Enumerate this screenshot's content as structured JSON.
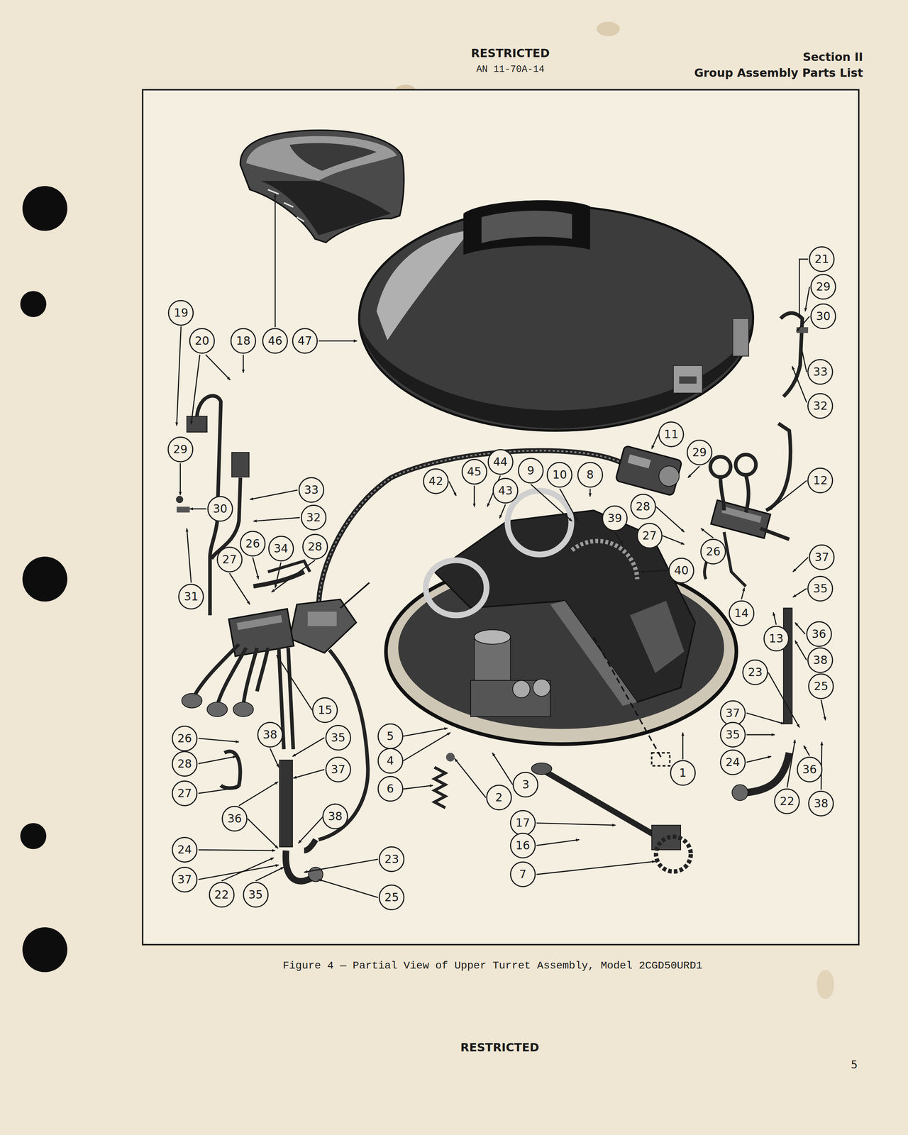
{
  "diagram": {
    "caption": "Figure 4 — Partial View of Upper Turret Assembly, Model 2CGD50URD1",
    "nodes": [
      {
        "text": [
          "21"
        ]
      },
      {
        "text": [
          "29"
        ]
      },
      {
        "text": [
          "19"
        ]
      },
      {
        "text": [
          "30"
        ]
      },
      {
        "text": [
          "20"
        ]
      },
      {
        "text": [
          "18"
        ]
      },
      {
        "text": [
          "46"
        ]
      },
      {
        "text": [
          "47"
        ]
      },
      {
        "text": [
          "33"
        ]
      },
      {
        "text": [
          "32"
        ]
      },
      {
        "text": [
          "11"
        ]
      },
      {
        "text": [
          "29"
        ]
      },
      {
        "text": [
          "29"
        ]
      },
      {
        "text": [
          "44"
        ]
      },
      {
        "text": [
          "9"
        ]
      },
      {
        "text": [
          "45"
        ]
      },
      {
        "text": [
          "10"
        ]
      },
      {
        "text": [
          "8"
        ]
      },
      {
        "text": [
          "12"
        ]
      },
      {
        "text": [
          "42"
        ]
      },
      {
        "text": [
          "33"
        ]
      },
      {
        "text": [
          "43"
        ]
      },
      {
        "text": [
          "30"
        ]
      },
      {
        "text": [
          "32"
        ]
      },
      {
        "text": [
          "39"
        ]
      },
      {
        "text": [
          "28"
        ]
      },
      {
        "text": [
          "27"
        ]
      },
      {
        "text": [
          "26"
        ]
      },
      {
        "text": [
          "28"
        ]
      },
      {
        "text": [
          "34"
        ]
      },
      {
        "text": [
          "26"
        ]
      },
      {
        "text": [
          "37"
        ]
      },
      {
        "text": [
          "27"
        ]
      },
      {
        "text": [
          "40"
        ]
      },
      {
        "text": [
          "35"
        ]
      },
      {
        "text": [
          "31"
        ]
      },
      {
        "text": [
          "14"
        ]
      },
      {
        "text": [
          "36"
        ]
      },
      {
        "text": [
          "13"
        ]
      },
      {
        "text": [
          "38"
        ]
      },
      {
        "text": [
          "23"
        ]
      },
      {
        "text": [
          "25"
        ]
      },
      {
        "text": [
          "15"
        ]
      },
      {
        "text": [
          "37"
        ]
      },
      {
        "text": [
          "38"
        ]
      },
      {
        "text": [
          "35"
        ]
      },
      {
        "text": [
          "5"
        ]
      },
      {
        "text": [
          "35"
        ]
      },
      {
        "text": [
          "26"
        ]
      },
      {
        "text": [
          "4"
        ]
      },
      {
        "text": [
          "24"
        ]
      },
      {
        "text": [
          "28"
        ]
      },
      {
        "text": [
          "37"
        ]
      },
      {
        "text": [
          "36"
        ]
      },
      {
        "text": [
          "1"
        ]
      },
      {
        "text": [
          "3"
        ]
      },
      {
        "text": [
          "6"
        ]
      },
      {
        "text": [
          "27"
        ]
      },
      {
        "text": [
          "2"
        ]
      },
      {
        "text": [
          "22"
        ]
      },
      {
        "text": [
          "38"
        ]
      },
      {
        "text": [
          "38"
        ]
      },
      {
        "text": [
          "36"
        ]
      },
      {
        "text": [
          "17"
        ]
      },
      {
        "text": [
          "16"
        ]
      },
      {
        "text": [
          "24"
        ]
      },
      {
        "text": [
          "23"
        ]
      },
      {
        "text": [
          "7"
        ]
      },
      {
        "text": [
          "37"
        ]
      },
      {
        "text": [
          "22"
        ]
      },
      {
        "text": [
          "35"
        ]
      },
      {
        "text": [
          "25"
        ]
      }
    ],
    "labels": [
      "RESTRICTED",
      "AN 11-70A-14",
      "Section II",
      "Group Assembly Parts List",
      "RESTRICTED",
      "5"
    ]
  }
}
